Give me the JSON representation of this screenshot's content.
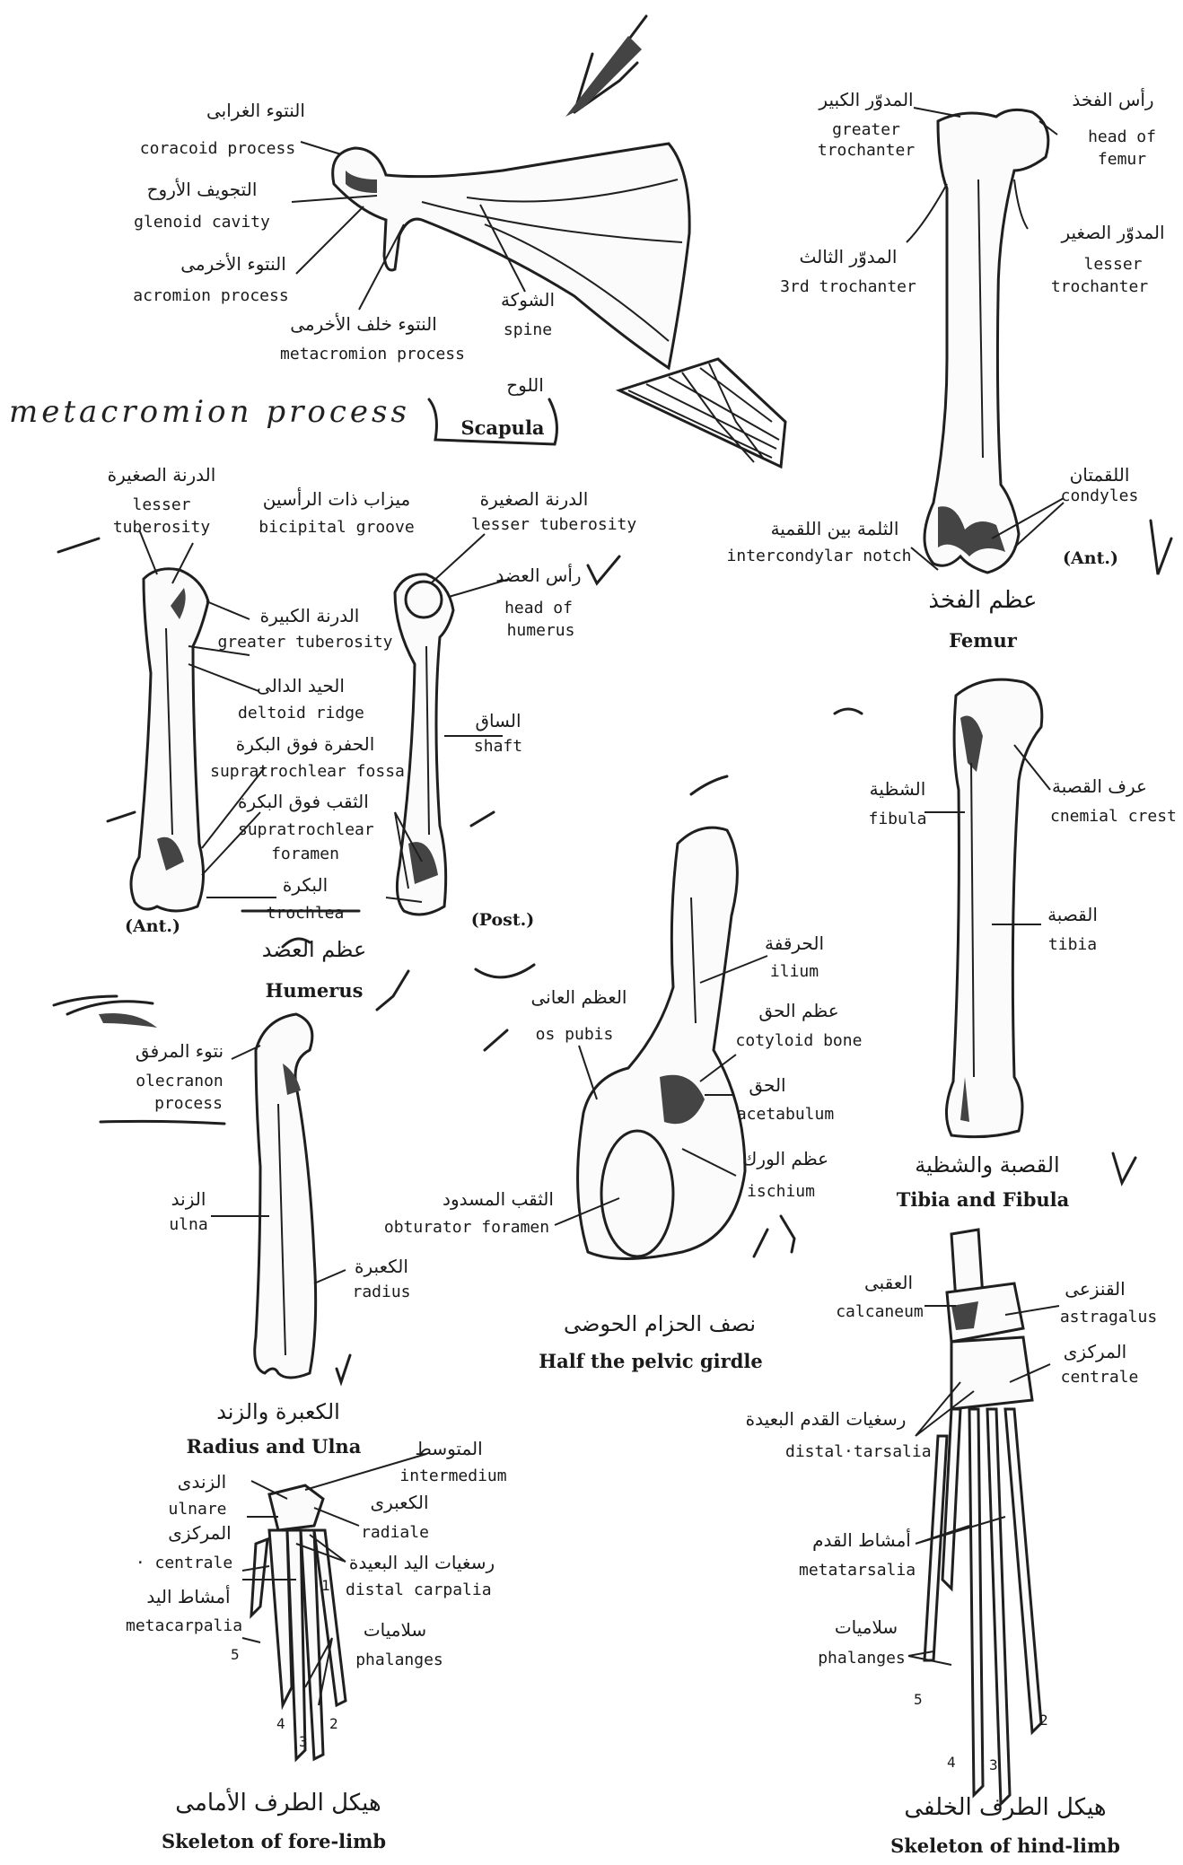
{
  "scapula": {
    "coracoid": {
      "ar": "النتوء الغرابى",
      "en": "coracoid process"
    },
    "glenoid": {
      "ar": "التجويف الأروح",
      "en": "glenoid cavity"
    },
    "acromion": {
      "ar": "النتوء الأخرمى",
      "en": "acromion process"
    },
    "metacromion": {
      "ar": "النتوء خلف الأخرمى",
      "en": "metacromion process"
    },
    "spine": {
      "ar": "الشوكة",
      "en": "spine"
    },
    "title_ar": "اللوح",
    "title_en": "Scapula",
    "handwriting": "metacromion process"
  },
  "femur": {
    "greater_trochanter": {
      "ar": "المدوّر الكبير",
      "en1": "greater",
      "en2": "trochanter"
    },
    "head": {
      "ar": "رأس الفخذ",
      "en1": "head of",
      "en2": "femur"
    },
    "third_trochanter": {
      "ar": "المدوّر الثالث",
      "en": "3rd trochanter"
    },
    "lesser_trochanter": {
      "ar": "المدوّر الصغير",
      "en1": "lesser",
      "en2": "trochanter"
    },
    "condyles": {
      "ar": "اللقمتان",
      "en": "condyles"
    },
    "intercondylar": {
      "ar": "الثلمة بين اللقمية",
      "en": "intercondylar notch"
    },
    "view": "(Ant.)",
    "title_ar": "عظم الفخذ",
    "title_en": "Femur"
  },
  "humerus": {
    "lesser_tuberosity_ant": {
      "ar": "الدرنة الصغيرة",
      "en1": "lesser",
      "en2": "tuberosity"
    },
    "bicipital": {
      "ar": "ميزاب ذات الرأسين",
      "en": "bicipital groove"
    },
    "lesser_tuberosity_post": {
      "ar": "الدرنة الصغيرة",
      "en": "lesser tuberosity"
    },
    "head": {
      "ar": "رأس العضد",
      "en1": "head of",
      "en2": "humerus"
    },
    "greater_tuberosity": {
      "ar": "الدرنة الكبيرة",
      "en": "greater tuberosity"
    },
    "deltoid": {
      "ar": "الحيد الدالى",
      "en": "deltoid ridge"
    },
    "supratrochlear_fossa": {
      "ar": "الحفرة فوق البكرة",
      "en": "supratrochlear fossa"
    },
    "supratrochlear_foramen": {
      "ar": "الثقب فوق البكرة",
      "en1": "supratrochlear",
      "en2": "foramen"
    },
    "trochlea": {
      "ar": "البكرة",
      "en": "trochlea"
    },
    "shaft": {
      "ar": "الساق",
      "en": "shaft"
    },
    "view_ant": "(Ant.)",
    "view_post": "(Post.)",
    "title_ar": "عظم العضد",
    "title_en": "Humerus"
  },
  "tibia": {
    "fibula": {
      "ar": "الشظية",
      "en": "fibula"
    },
    "cnemial": {
      "ar": "عرف القصبة",
      "en": "cnemial crest"
    },
    "tibia": {
      "ar": "القصبة",
      "en": "tibia"
    },
    "title_ar": "القصبة والشظية",
    "title_en": "Tibia and Fibula"
  },
  "ulna": {
    "olecranon": {
      "ar": "نتوء المرفق",
      "en1": "olecranon",
      "en2": "process"
    },
    "ulna": {
      "ar": "الزند",
      "en": "ulna"
    },
    "radius": {
      "ar": "الكعبرة",
      "en": "radius"
    },
    "title_ar": "الكعبرة والزند",
    "title_en": "Radius and Ulna"
  },
  "pelvis": {
    "os_pubis": {
      "ar": "العظم العانى",
      "en": "os pubis"
    },
    "ilium": {
      "ar": "الحرقفة",
      "en": "ilium"
    },
    "cotyloid": {
      "ar": "عظم الحق",
      "en": "cotyloid bone"
    },
    "acetabulum": {
      "ar": "الحق",
      "en": "acetabulum"
    },
    "ischium": {
      "ar": "عظم الورك",
      "en": "ischium"
    },
    "obturator": {
      "ar": "الثقب المسدود",
      "en": "obturator foramen"
    },
    "title_ar": "نصف الحزام الحوضى",
    "title_en": "Half the pelvic girdle"
  },
  "forelimb": {
    "intermedium": {
      "ar": "المتوسط",
      "en": "intermedium"
    },
    "ulnare": {
      "ar": "الزندى",
      "en": "ulnare"
    },
    "radiale": {
      "ar": "الكعبرى",
      "en": "radiale"
    },
    "centrale": {
      "ar": "المركزى",
      "en": "· centrale"
    },
    "distal_carpalia": {
      "ar": "رسغيات اليد البعيدة",
      "en": "distal carpalia"
    },
    "metacarpalia": {
      "ar": "أمشاط اليد",
      "en": "metacarpalia"
    },
    "phalanges": {
      "ar": "سلاميات",
      "en": "phalanges"
    },
    "digits": {
      "d1": "1",
      "d2": "2",
      "d3": "3",
      "d4": "4",
      "d5": "5"
    },
    "title_ar": "هيكل الطرف الأمامى",
    "title_en": "Skeleton of fore-limb"
  },
  "hindlimb": {
    "calcaneum": {
      "ar": "العقبى",
      "en": "calcaneum"
    },
    "astragalus": {
      "ar": "القنزعى",
      "en": "astragalus"
    },
    "centrale": {
      "ar": "المركزى",
      "en": "centrale"
    },
    "distal_tarsalia": {
      "ar": "رسغيات القدم البعيدة",
      "en": "distal·tarsalia"
    },
    "metatarsalia": {
      "ar": "أمشاط القدم",
      "en": "metatarsalia"
    },
    "phalanges": {
      "ar": "سلاميات",
      "en": "phalanges"
    },
    "digits": {
      "d2": "2",
      "d3": "3",
      "d4": "4",
      "d5": "5"
    },
    "title_ar": "هيكل الطرف الخلفى",
    "title_en": "Skeleton of hind-limb"
  }
}
